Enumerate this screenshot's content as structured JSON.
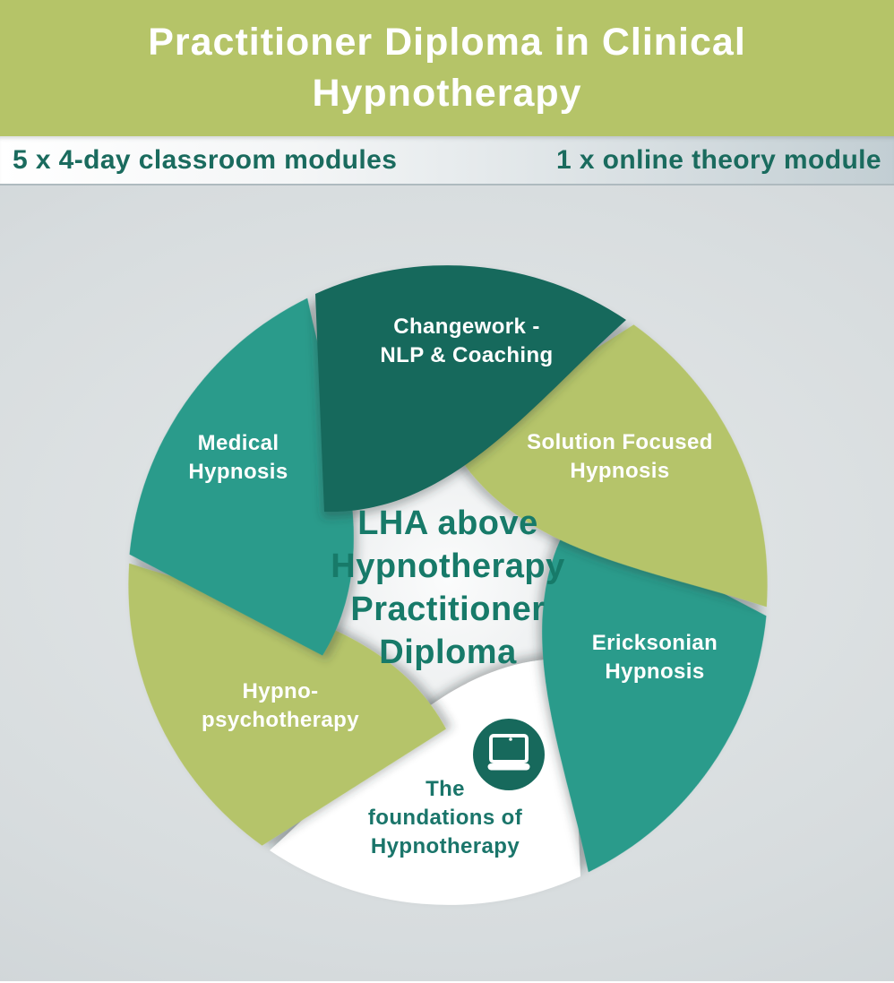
{
  "header": {
    "title": "Practitioner Diploma in Clinical\nHypnotherapy",
    "background_color": "#b5c468",
    "text_color": "#ffffff"
  },
  "subheader": {
    "left_label": "5 x 4-day classroom modules",
    "right_label": "1 x online theory module",
    "text_color": "#1a6b5e"
  },
  "wheel": {
    "center_label": "LHA above\nHypnotherapy\nPractitioner\nDiploma",
    "center_text_color": "#177a69",
    "segments": [
      {
        "id": "changework",
        "label": "Changework -\nNLP & Coaching",
        "color": "#17695c",
        "text_color": "#ffffff"
      },
      {
        "id": "solution-focused",
        "label": "Solution Focused\nHypnosis",
        "color": "#b5c46a",
        "text_color": "#ffffff"
      },
      {
        "id": "ericksonian",
        "label": "Ericksonian\nHypnosis",
        "color": "#2a9b8b",
        "text_color": "#ffffff"
      },
      {
        "id": "foundations",
        "label": "The\nfoundations of\nHypnotherapy",
        "color": "#ffffff",
        "text_color": "#1a756a",
        "icon": "laptop-icon",
        "icon_color": "#17695c"
      },
      {
        "id": "hypno-psychotherapy",
        "label": "Hypno-\npsychotherapy",
        "color": "#b5c46a",
        "text_color": "#ffffff"
      },
      {
        "id": "medical",
        "label": "Medical\nHypnosis",
        "color": "#2a9b8b",
        "text_color": "#ffffff"
      }
    ]
  }
}
